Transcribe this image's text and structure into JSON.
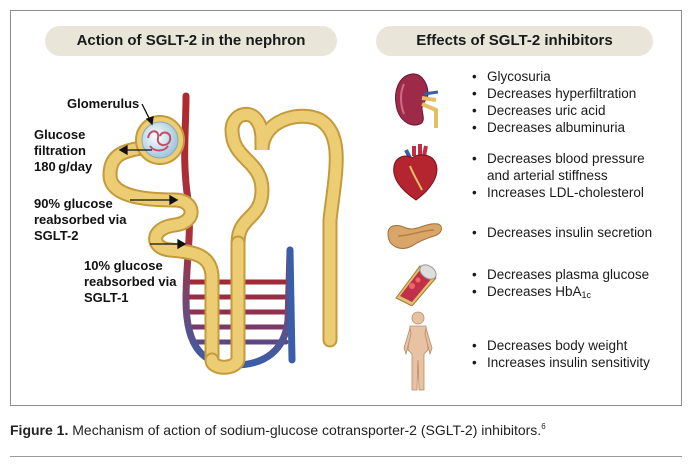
{
  "left_heading": "Action of SGLT-2 in the nephron",
  "right_heading": "Effects of SGLT-2 inhibitors",
  "nephron_labels": {
    "glomerulus": "Glomerulus",
    "filtration": [
      "Glucose",
      "filtration",
      "180 g/day"
    ],
    "sglt2": [
      "90% glucose",
      "reabsorbed via",
      "SGLT-2"
    ],
    "sglt1": [
      "10% glucose",
      "reabsorbed via",
      "SGLT-1"
    ]
  },
  "effects": [
    {
      "organ": "kidney-icon",
      "items": [
        "Glycosuria",
        "Decreases hyperfiltration",
        "Decreases uric acid",
        "Decreases albuminuria"
      ]
    },
    {
      "organ": "heart-icon",
      "items": [
        "Decreases blood pressure",
        "and arterial stiffness",
        "Increases LDL-cholesterol"
      ]
    },
    {
      "organ": "pancreas-icon",
      "items": [
        "Decreases insulin secretion"
      ]
    },
    {
      "organ": "blood-vessel-icon",
      "items": [
        "Decreases plasma glucose",
        "Decreases HbA"
      ],
      "subscript": "1c"
    },
    {
      "organ": "human-body-icon",
      "items": [
        "Decreases body weight",
        "Increases insulin sensitivity"
      ]
    }
  ],
  "caption": {
    "label": "Figure 1.",
    "text": " Mechanism of action of sodium-glucose cotransporter-2 (SGLT-2) inhibitors.",
    "ref": "6"
  },
  "colors": {
    "tubule": "#e8c569",
    "tubule_outline": "#c39a3c",
    "artery": "#b02a2a",
    "vein": "#3a5ea8",
    "pill": "#e9e5d9"
  }
}
